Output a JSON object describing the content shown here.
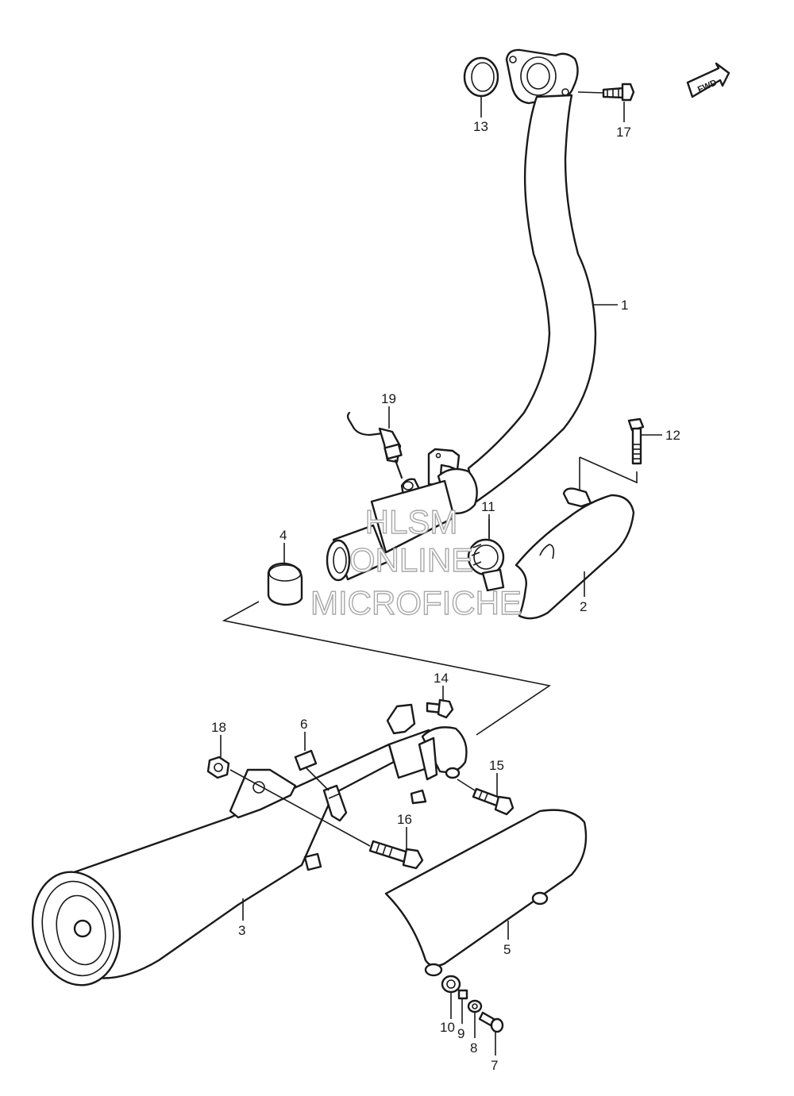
{
  "diagram": {
    "watermark": {
      "line1": "HLSM",
      "line2": "ONLINE",
      "line3": "MICROFICHE"
    },
    "direction_marker": "FWD",
    "callouts": [
      {
        "id": "1",
        "label": "1"
      },
      {
        "id": "2",
        "label": "2"
      },
      {
        "id": "3",
        "label": "3"
      },
      {
        "id": "4",
        "label": "4"
      },
      {
        "id": "5",
        "label": "5"
      },
      {
        "id": "6",
        "label": "6"
      },
      {
        "id": "7",
        "label": "7"
      },
      {
        "id": "8",
        "label": "8"
      },
      {
        "id": "9",
        "label": "9"
      },
      {
        "id": "10",
        "label": "10"
      },
      {
        "id": "11",
        "label": "11"
      },
      {
        "id": "12",
        "label": "12"
      },
      {
        "id": "13",
        "label": "13"
      },
      {
        "id": "14",
        "label": "14"
      },
      {
        "id": "15",
        "label": "15"
      },
      {
        "id": "16",
        "label": "16"
      },
      {
        "id": "17",
        "label": "17"
      },
      {
        "id": "18",
        "label": "18"
      },
      {
        "id": "19",
        "label": "19"
      }
    ]
  }
}
